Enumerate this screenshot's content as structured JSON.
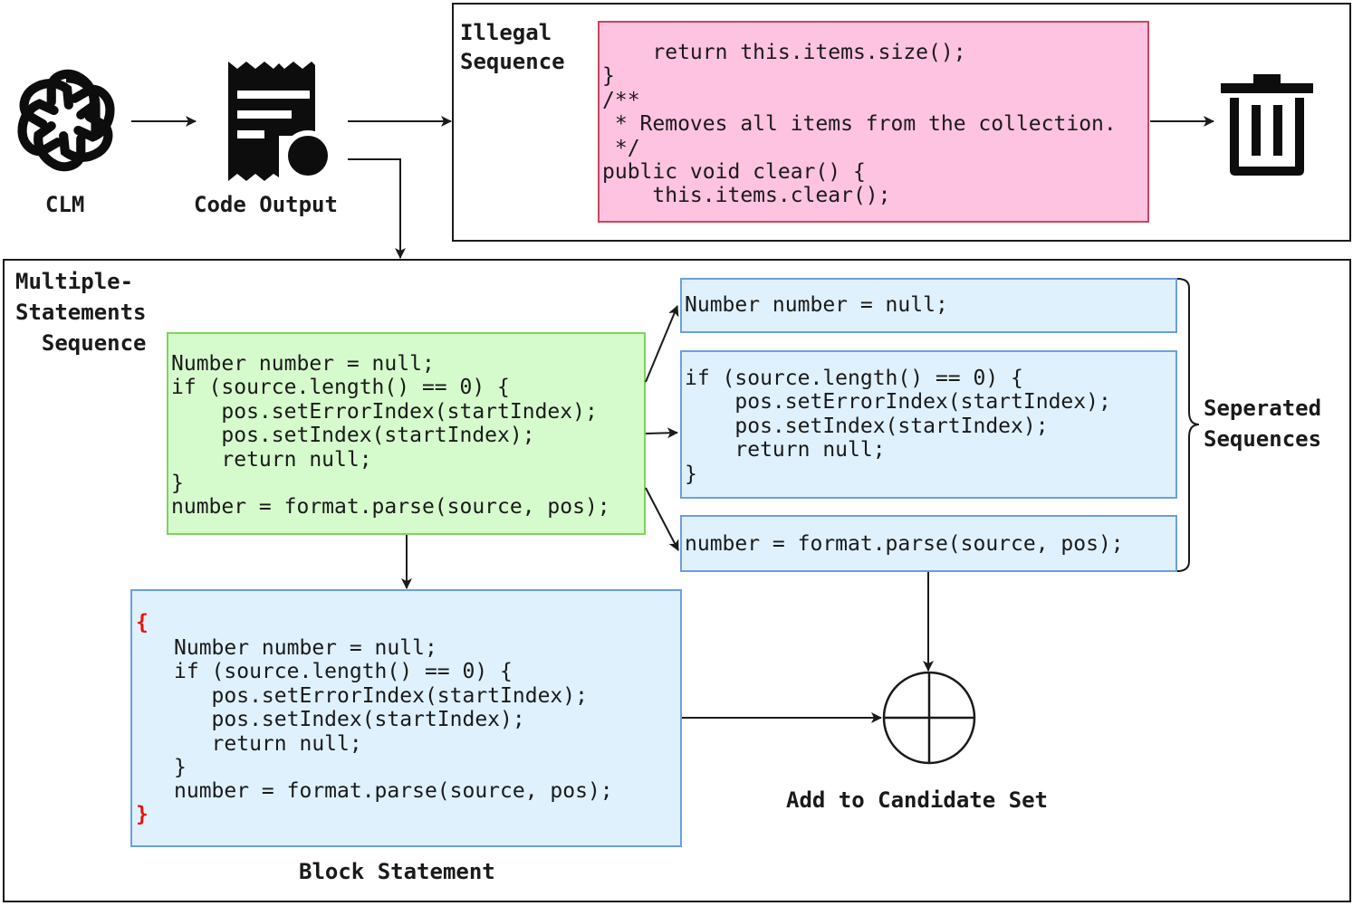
{
  "labels": {
    "clm": "CLM",
    "code_output": "Code Output",
    "illegal_sequence": "Illegal\nSequence",
    "multiple_statements_sequence": "Multiple-\nStatements\n  Sequence",
    "separated_sequences": "Seperated\nSequences",
    "add_to_candidate_set": "Add to Candidate Set",
    "block_statement": "Block Statement"
  },
  "code": {
    "illegal": "    return this.items.size();\n}\n/**\n * Removes all items from the collection.\n */\npublic void clear() {\n    this.items.clear();",
    "multiple": "Number number = null;\nif (source.length() == 0) {\n    pos.setErrorIndex(startIndex);\n    pos.setIndex(startIndex);\n    return null;\n}\nnumber = format.parse(source, pos);",
    "separated_1": "Number number = null;",
    "separated_2": "if (source.length() == 0) {\n    pos.setErrorIndex(startIndex);\n    pos.setIndex(startIndex);\n    return null;\n}",
    "separated_3": "number = format.parse(source, pos);",
    "block_open": "{",
    "block_body": "Number number = null;\nif (source.length() == 0) {\n   pos.setErrorIndex(startIndex);\n   pos.setIndex(startIndex);\n   return null;\n}\nnumber = format.parse(source, pos);",
    "block_close": "}"
  },
  "icons": {
    "clm": "openai-logo-icon",
    "code_output": "receipt-document-icon",
    "discard": "trash-can-icon",
    "combine": "circle-plus-icon"
  },
  "colors": {
    "illegal_fill": "#fdc3e0",
    "illegal_border": "#c9445e",
    "multiple_fill": "#d5fbcc",
    "multiple_border": "#7ed35f",
    "separated_fill": "#dff1fd",
    "separated_border": "#6a9fde",
    "brace": "#e8120c"
  }
}
